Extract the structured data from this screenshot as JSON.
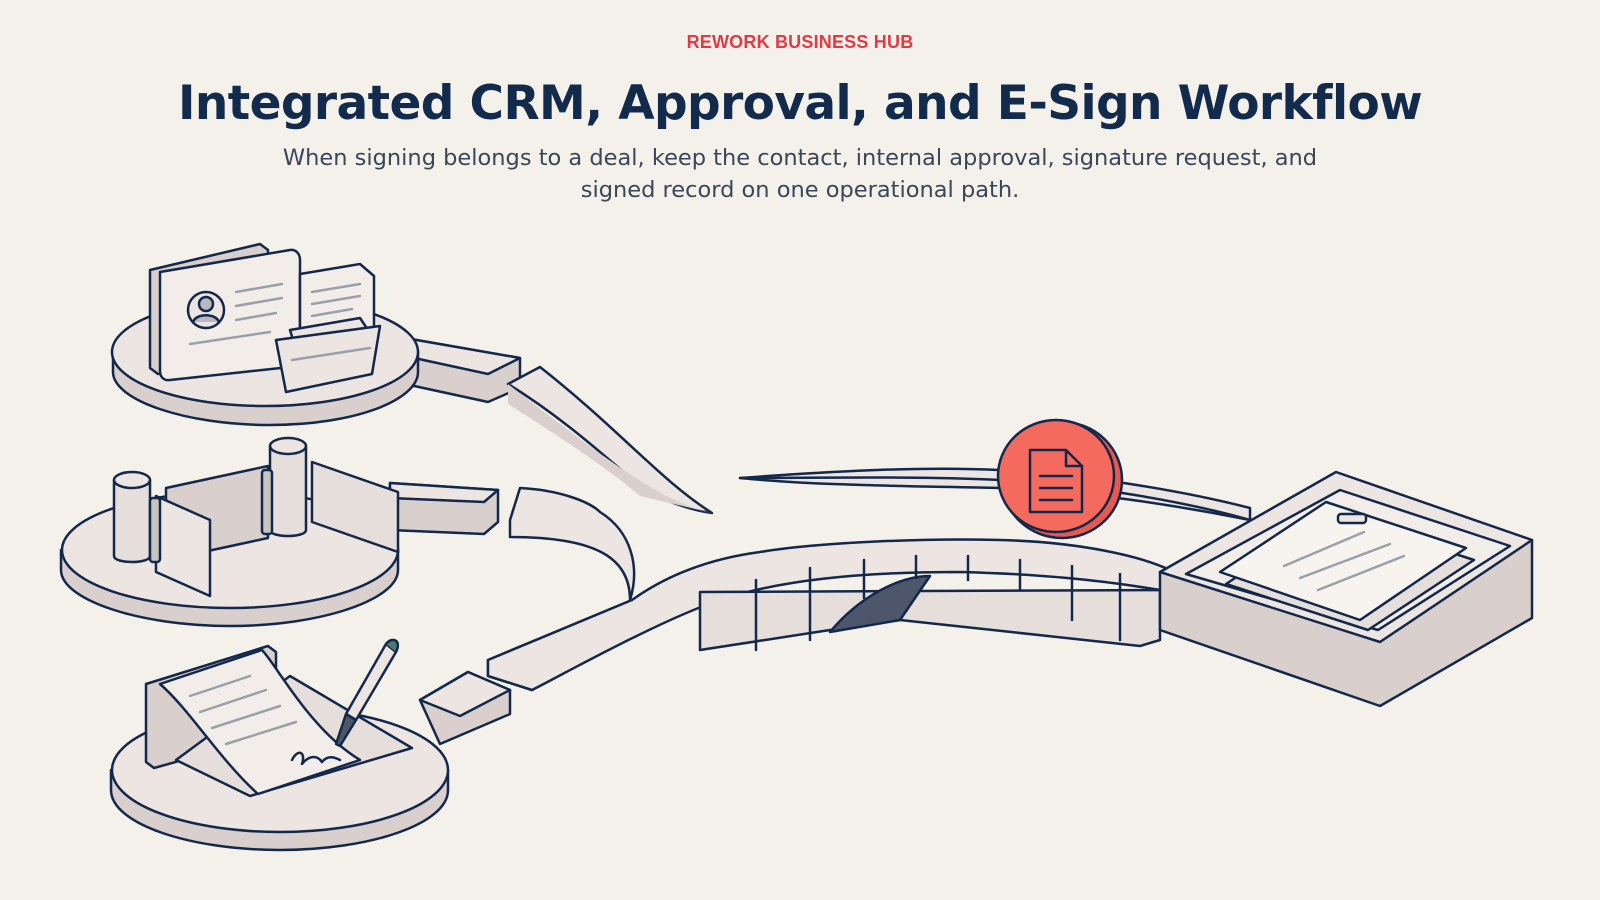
{
  "header": {
    "eyebrow": "REWORK BUSINESS HUB",
    "title": "Integrated CRM, Approval, and E-Sign Workflow",
    "subtitle": "When signing belongs to a deal, keep the contact, internal approval, signature request, and signed record on one operational path."
  },
  "colors": {
    "background": "#f4f0ea",
    "accent": "#e03a45",
    "title": "#122a4c",
    "body_text": "#3b4658",
    "outline": "#13284a",
    "surface": "#ece5e2",
    "surface_shadow": "#d9cfcd",
    "signal": "#f46a5e"
  },
  "diagram": {
    "nodes": [
      {
        "id": "crm-contact",
        "icons": [
          "contact-card-icon",
          "document-icon",
          "folder-icon"
        ]
      },
      {
        "id": "internal-approval",
        "icons": [
          "approval-gate-icon"
        ]
      },
      {
        "id": "signature-request",
        "icons": [
          "signed-document-icon",
          "fountain-pen-icon"
        ]
      },
      {
        "id": "signed-record",
        "icons": [
          "document-tray-icon"
        ]
      }
    ],
    "connector_badge_icon": "document-icon"
  }
}
